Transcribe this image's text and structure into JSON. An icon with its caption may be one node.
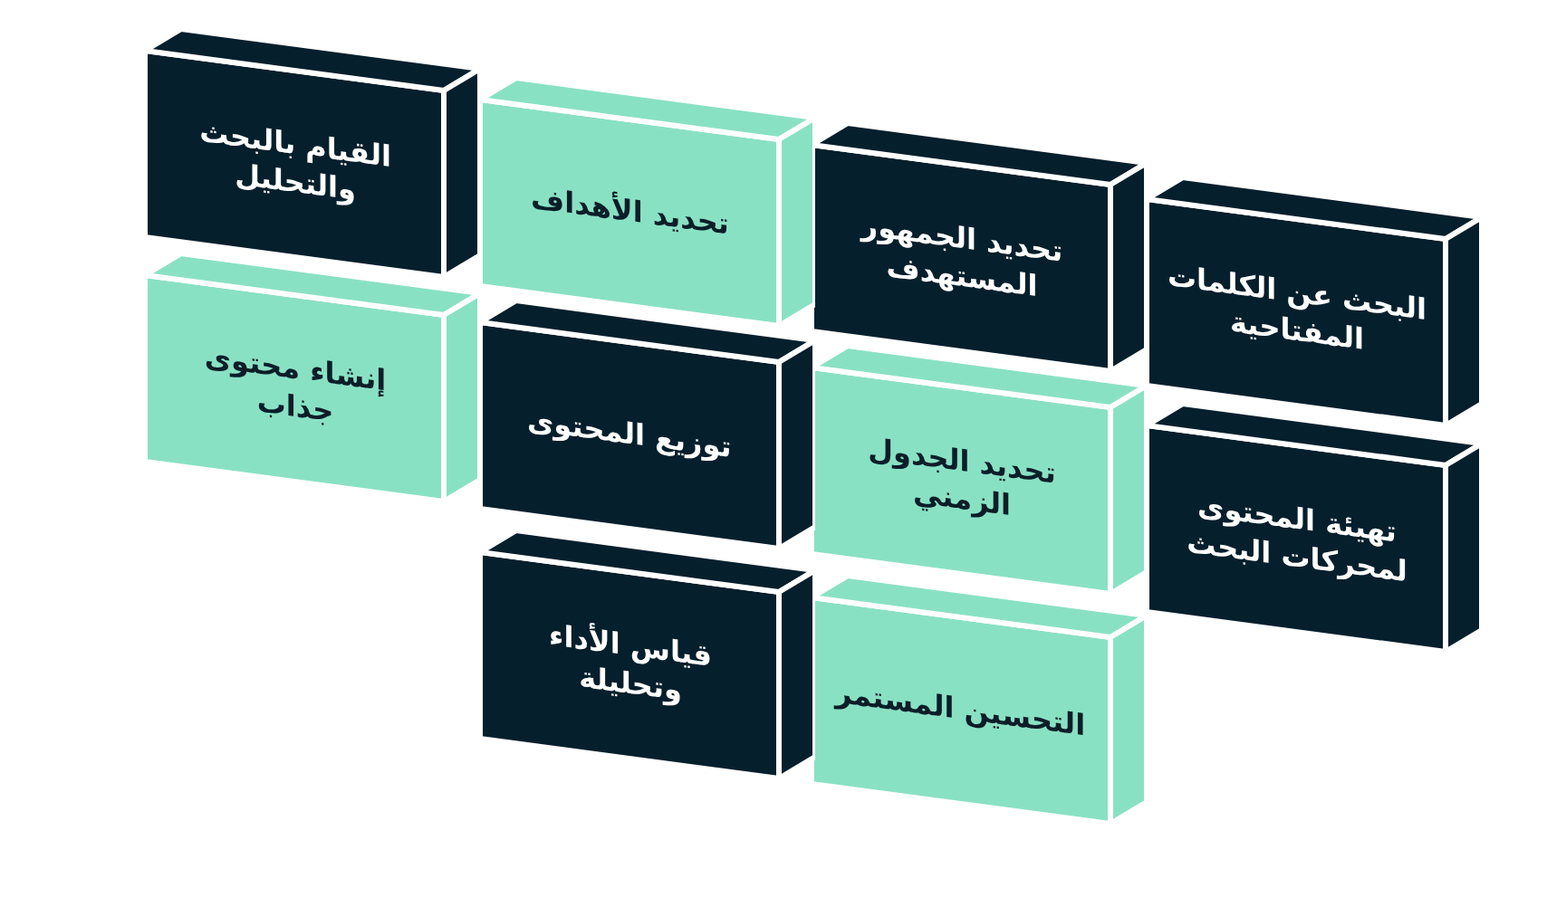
{
  "diagram": {
    "nodes": [
      {
        "text": [
          "البحث عن الكلمات المفتاحية"
        ]
      },
      {
        "text": [
          "تحديد الجمهور المستهدف"
        ]
      },
      {
        "text": [
          "تحديد الأهداف"
        ]
      },
      {
        "text": [
          "القيام بالبحث والتحليل"
        ]
      },
      {
        "text": [
          "تهيئة المحتوى لمحركات البحث"
        ]
      },
      {
        "text": [
          "تحديد الجدول الزمني"
        ]
      },
      {
        "text": [
          "توزيع المحتوى"
        ]
      },
      {
        "text": [
          "إنشاء محتوى جذاب"
        ]
      },
      {
        "text": [
          "التحسين المستمر"
        ]
      },
      {
        "text": [
          "قياس الأداء وتحليلة"
        ]
      }
    ]
  }
}
